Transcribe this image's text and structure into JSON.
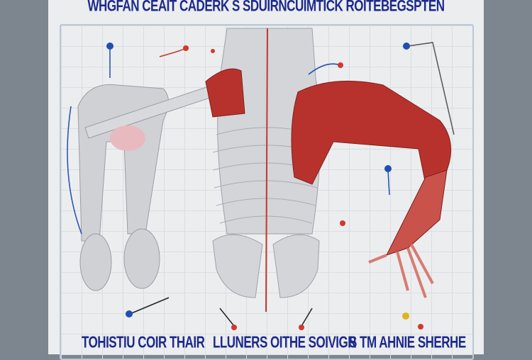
{
  "title": "WHGFAN CEAIT CADERK S SDUIRNCUIMTICK ROITEBEGSPTEN",
  "captions": [
    "TOHISTIU COIR THAIR",
    "LLUNERS OITHE SOIVIGR",
    "S  TM AHNIE SHERHE"
  ],
  "colors": {
    "label": "#1c2a8c",
    "muscle": "#b8322d",
    "bone": "#c9cbcf",
    "marker_blue": "#1f4fb0",
    "marker_red": "#d0392e",
    "marker_yellow": "#e0b21f"
  }
}
